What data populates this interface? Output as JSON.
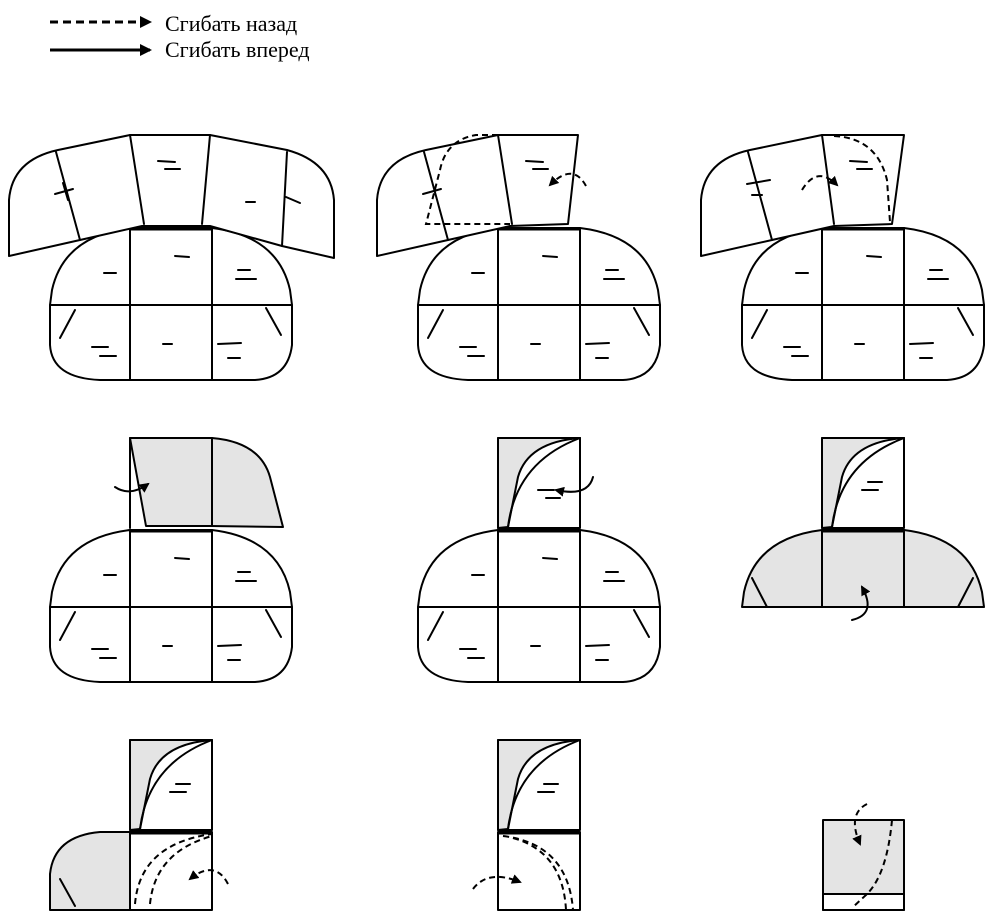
{
  "legend": {
    "fold_back": "Сгибать назад",
    "fold_forward": "Сгибать вперед"
  },
  "colors": {
    "line": "#000000",
    "shaded": "#e4e4e4",
    "background": "#ffffff"
  },
  "steps": [
    {
      "step": 1
    },
    {
      "step": 2
    },
    {
      "step": 3
    },
    {
      "step": 4
    },
    {
      "step": 5
    },
    {
      "step": 6
    },
    {
      "step": 7
    },
    {
      "step": 8
    },
    {
      "step": 9
    }
  ]
}
